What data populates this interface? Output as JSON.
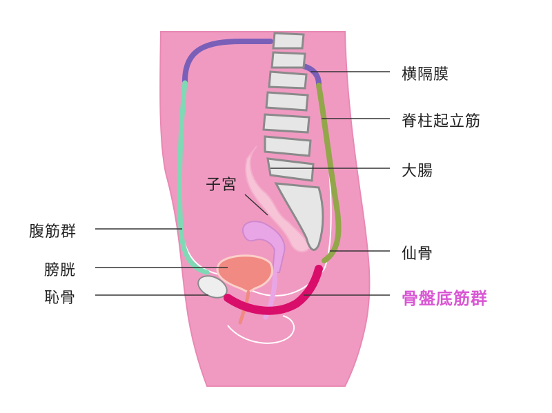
{
  "labels": {
    "diaphragm": "横隔膜",
    "erector_spinae": "脊柱起立筋",
    "large_intestine": "大腸",
    "uterus": "子宮",
    "abdominal_muscles": "腹筋群",
    "bladder": "膀胱",
    "pubic_bone": "恥骨",
    "sacrum": "仙骨",
    "pelvic_floor": "骨盤底筋群"
  },
  "colors": {
    "body": "#f09ac2",
    "body_outline": "#e889b4",
    "diaphragm": "#7a5fb8",
    "abdominal": "#7fd9b5",
    "erector": "#93a64a",
    "pelvic_floor": "#d80e6a",
    "spine": "#e6e6e6",
    "spine_outline": "#8a8a8a",
    "intestine": "#f7c3d6",
    "uterus": "#e9a6e6",
    "bladder": "#f08a82",
    "highlight_label": "#d957d4"
  }
}
